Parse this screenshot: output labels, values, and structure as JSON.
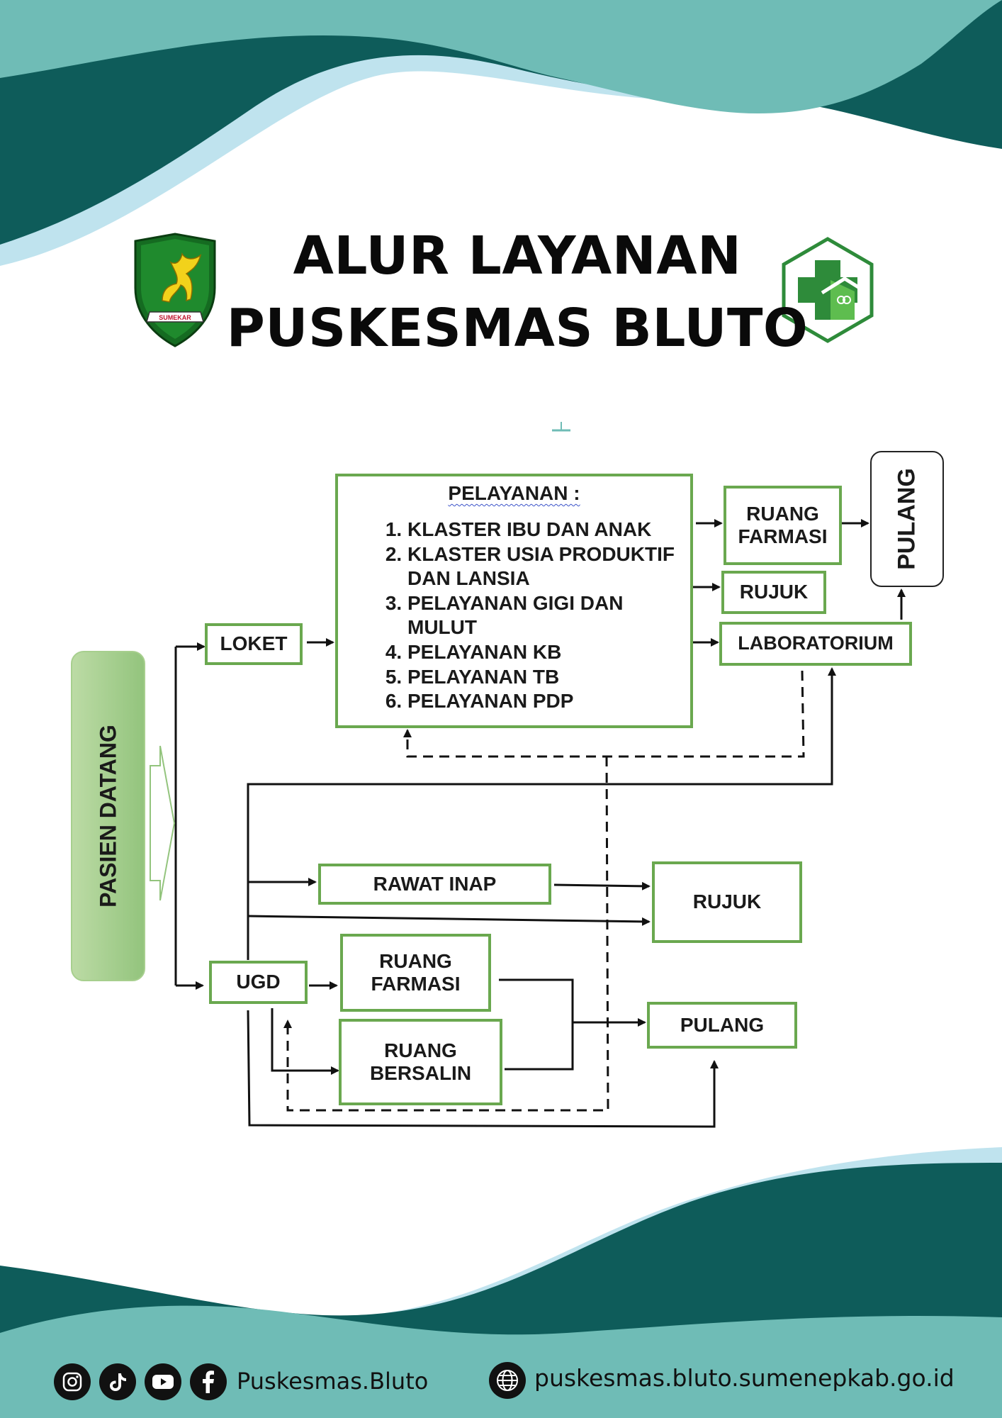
{
  "header": {
    "title_line1": "ALUR LAYANAN",
    "title_line2": "PUSKESMAS BLUTO",
    "left_logo_text": "SUMEKAR"
  },
  "diagram": {
    "pasien": "PASIEN DATANG",
    "loket": "LOKET",
    "pelayanan": {
      "heading": "PELAYANAN :",
      "items": [
        "KLASTER IBU DAN ANAK",
        "KLASTER USIA PRODUKTIF DAN LANSIA",
        "PELAYANAN GIGI DAN MULUT",
        "PELAYANAN KB",
        "PELAYANAN TB",
        "PELAYANAN PDP"
      ]
    },
    "ruang_farmasi_top": "RUANG FARMASI",
    "rujuk_top": "RUJUK",
    "laboratorium": "LABORATORIUM",
    "pulang_top": "PULANG",
    "rawat_inap": "RAWAT INAP",
    "rujuk_mid": "RUJUK",
    "ugd": "UGD",
    "ruang_farmasi_bottom": "RUANG FARMASI",
    "ruang_bersalin": "RUANG BERSALIN",
    "pulang_bottom": "PULANG"
  },
  "footer": {
    "social_handle": "Puskesmas.Bluto",
    "website": "puskesmas.bluto.sumenepkab.go.id",
    "icons": [
      "instagram-icon",
      "tiktok-icon",
      "youtube-icon",
      "facebook-icon",
      "globe-icon"
    ]
  },
  "colors": {
    "teal_dark": "#0e5c5a",
    "teal_light": "#6fbcb6",
    "sky": "#bfe3ee",
    "box_border": "#6aa84f",
    "green_logo": "#2e8b3a"
  }
}
